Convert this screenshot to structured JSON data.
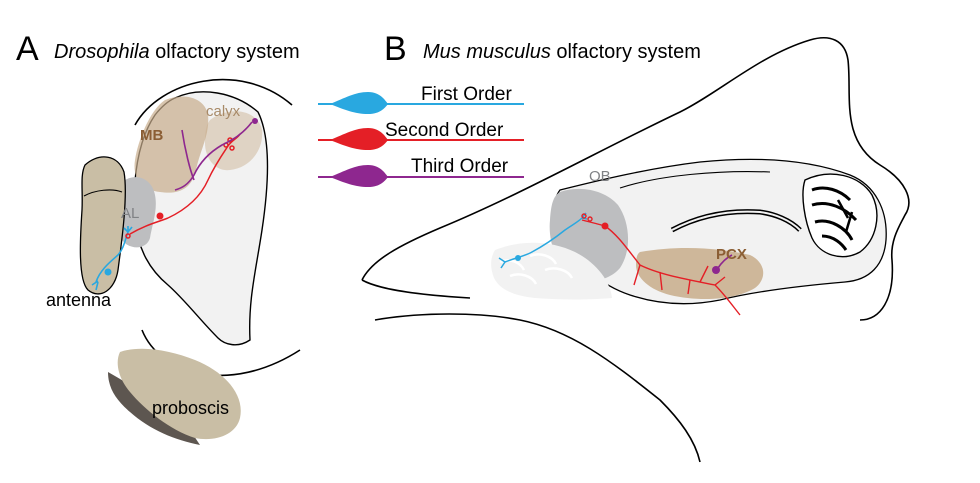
{
  "panelA": {
    "letter": "A",
    "title_italic": "Drosophila",
    "title_rest": " olfactory system",
    "labels": {
      "mb": "MB",
      "calyx": "calyx",
      "al": "AL",
      "antenna": "antenna",
      "proboscis": "proboscis"
    }
  },
  "panelB": {
    "letter": "B",
    "title_italic": "Mus musculus",
    "title_rest": " olfactory system",
    "labels": {
      "ob": "OB",
      "pcx": "PCX"
    }
  },
  "legend": {
    "items": [
      {
        "label": "First Order",
        "color": "#29a8e0"
      },
      {
        "label": "Second Order",
        "color": "#e41f26"
      },
      {
        "label": "Third Order",
        "color": "#8e278f"
      }
    ]
  },
  "colors": {
    "first_order": "#29a8e0",
    "second_order": "#e41f26",
    "third_order": "#8e278f",
    "brain_fill": "#f2f2f2",
    "tan": "#c8ad8b",
    "antenna_fill": "#c9bea5",
    "proboscis_dark": "#5d5650",
    "lobe_gray": "#bdbec0",
    "label_brown": "#8b5e34",
    "label_gray": "#808285"
  }
}
